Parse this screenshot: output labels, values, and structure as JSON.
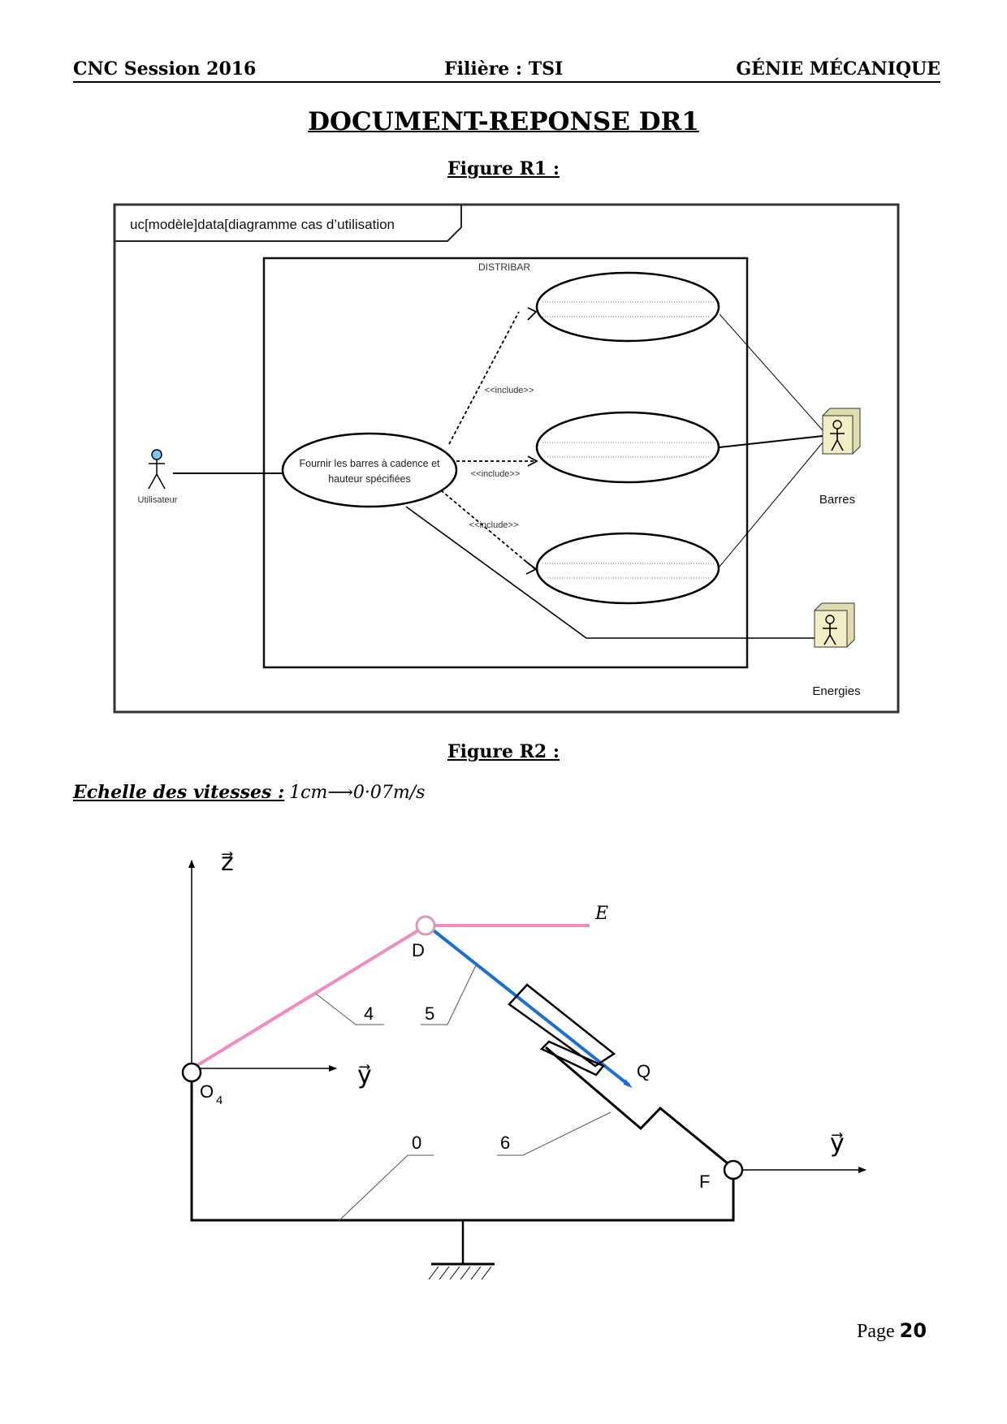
{
  "header": {
    "left": "CNC Session 2016",
    "center": "Filière : TSI",
    "right": "GÉNIE MÉCANIQUE"
  },
  "title": "DOCUMENT-REPONSE DR1",
  "figure_r1": {
    "caption": "Figure R1 :",
    "frame_label": "uc[modèle]data[diagramme cas d’utilisation",
    "system_name": "DISTRIBAR",
    "main_use_case": {
      "line1": "Fournir les barres à cadence et",
      "line2": "hauteur spécifiées"
    },
    "include_label": "<<include>>",
    "actors": {
      "user": "Utilisateur",
      "bars": "Barres",
      "energy": "Energies"
    }
  },
  "figure_r2": {
    "caption": "Figure R2 :",
    "scale_label": "Echelle des vitesses :",
    "scale_value": "1cm⟶0·07m/s",
    "axis_z": "z⃗",
    "axis_y": "y⃗",
    "points": {
      "O4": "O",
      "O4_sub": "4",
      "D": "D",
      "E": "E",
      "Q": "Q",
      "F": "F"
    },
    "parts": {
      "p0": "0",
      "p4": "4",
      "p5": "5",
      "p6": "6"
    },
    "colors": {
      "link4": "#f08cc0",
      "link5": "#1a6fd6"
    }
  },
  "footer": {
    "page_label": "Page",
    "page_number": "20"
  }
}
